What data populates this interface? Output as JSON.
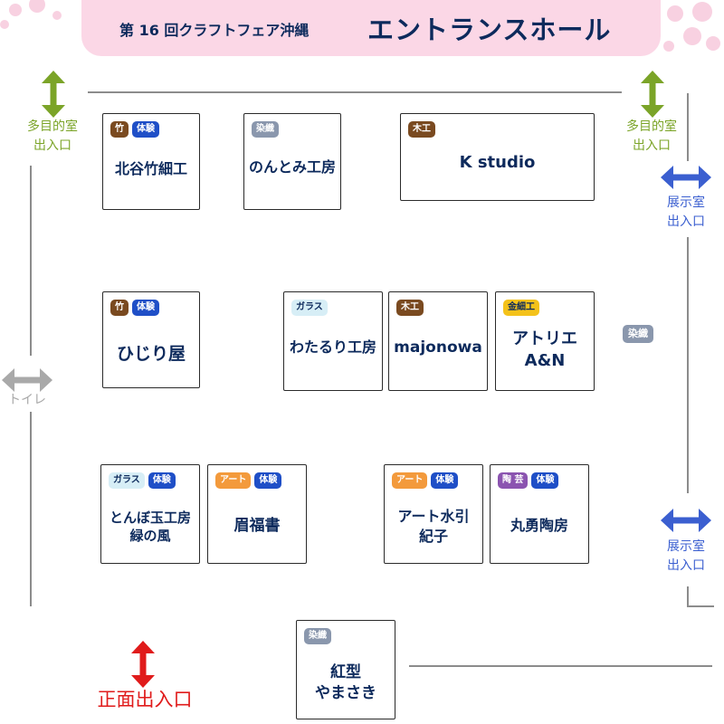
{
  "header": {
    "subtitle": "第 16 回クラフトフェア沖縄",
    "title": "エントランスホール"
  },
  "tag_labels": {
    "take": "竹",
    "taiken": "体験",
    "senshoku": "染織",
    "mokko": "木工",
    "glass": "ガラス",
    "kinzaiku": "金細工",
    "art": "アート",
    "touge": "陶 芸"
  },
  "booths": [
    {
      "id": "kitaya",
      "name_lines": [
        "北谷竹細工"
      ],
      "tags": [
        "take",
        "taiken"
      ]
    },
    {
      "id": "nontomi",
      "name_lines": [
        "のんとみ工房"
      ],
      "tags": [
        "senshoku"
      ]
    },
    {
      "id": "kstudio",
      "name_lines": [
        "K studio"
      ],
      "tags": [
        "mokko"
      ]
    },
    {
      "id": "hijiri",
      "name_lines": [
        "ひじり屋"
      ],
      "tags": [
        "take",
        "taiken"
      ]
    },
    {
      "id": "wataruri",
      "name_lines": [
        "わたるり工房"
      ],
      "tags": [
        "glass"
      ]
    },
    {
      "id": "majonowa",
      "name_lines": [
        "majonowa"
      ],
      "tags": [
        "mokko"
      ]
    },
    {
      "id": "atelier",
      "name_lines": [
        "アトリエ",
        "A&N"
      ],
      "tags": [
        "kinzaiku"
      ]
    },
    {
      "id": "tonbo",
      "name_lines": [
        "とんぼ玉工房",
        "緑の風"
      ],
      "tags": [
        "glass",
        "taiken"
      ]
    },
    {
      "id": "bifuku",
      "name_lines": [
        "眉福書"
      ],
      "tags": [
        "art",
        "taiken"
      ]
    },
    {
      "id": "suiin",
      "name_lines": [
        "アート水引",
        "紀子"
      ],
      "tags": [
        "art",
        "taiken"
      ]
    },
    {
      "id": "maruyu",
      "name_lines": [
        "丸勇陶房"
      ],
      "tags": [
        "touge",
        "taiken"
      ]
    },
    {
      "id": "bingata",
      "name_lines": [
        "紅型",
        "やまさき"
      ],
      "tags": [
        "senshoku"
      ]
    }
  ],
  "floating_tag": "染織",
  "exits": {
    "multipurpose_left": "多目的室\n出入口",
    "multipurpose_right": "多目的室\n出入口",
    "exhibit_top": "展示室\n出入口",
    "exhibit_bottom": "展示室\n出入口",
    "toilet": "トイレ",
    "main_entrance": "正面出入口"
  },
  "colors": {
    "green": "#7ba428",
    "blue": "#3b5fd0",
    "red": "#e01b1b",
    "gray": "#a9a9a9",
    "navy": "#0d2a5c"
  }
}
